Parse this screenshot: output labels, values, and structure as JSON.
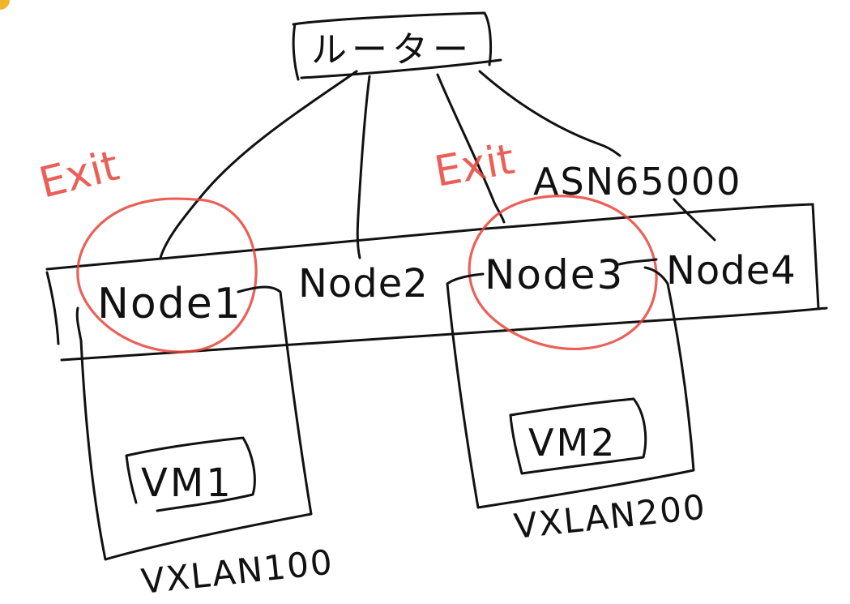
{
  "router": {
    "label": "ルーター"
  },
  "asn": {
    "label": "ASN65000"
  },
  "exit_labels": [
    "Exit",
    "Exit"
  ],
  "nodes": [
    {
      "label": "Node1"
    },
    {
      "label": "Node2"
    },
    {
      "label": "Node3"
    },
    {
      "label": "Node4"
    }
  ],
  "vms": [
    {
      "label": "VM1"
    },
    {
      "label": "VM2"
    }
  ],
  "vxlans": [
    {
      "label": "VXLAN100"
    },
    {
      "label": "VXLAN200"
    }
  ],
  "colors": {
    "ink": "#111111",
    "highlight": "#e8443a",
    "corner_marker": "#f0b429"
  }
}
